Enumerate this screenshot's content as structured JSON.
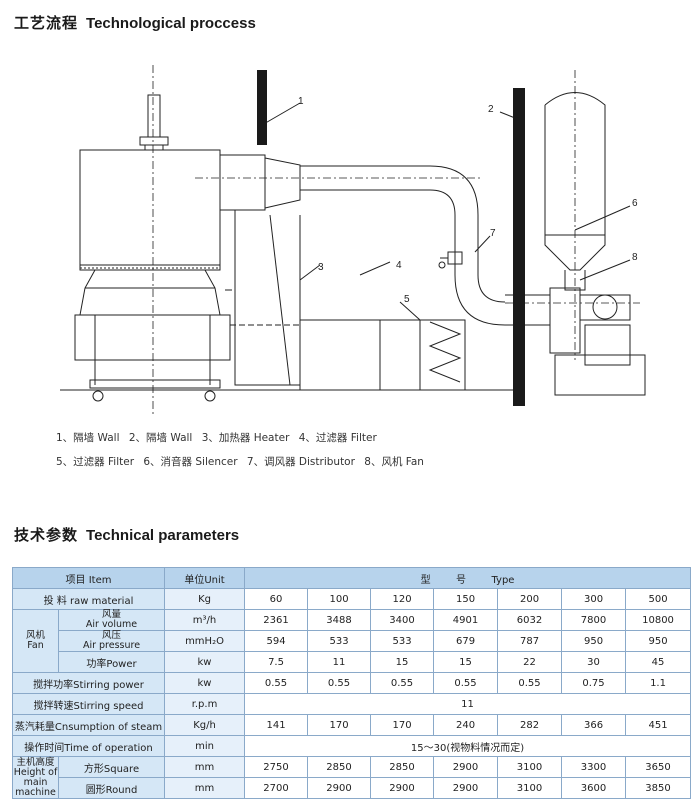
{
  "titles": {
    "process_cn": "工艺流程",
    "process_en": "Technological proccess",
    "params_cn": "技术参数",
    "params_en": "Technical parameters"
  },
  "diagram": {
    "callouts": [
      "1",
      "2",
      "3",
      "4",
      "5",
      "6",
      "7",
      "8"
    ]
  },
  "legend": {
    "line1": [
      "1、隔墙 Wall",
      "2、隔墙 Wall",
      "3、加热器 Heater",
      "4、过滤器 Filter"
    ],
    "line2": [
      "5、过滤器 Filter",
      "6、消音器 Silencer",
      "7、调风器 Distributor",
      "8、风机 Fan"
    ]
  },
  "table": {
    "header": {
      "item": "项目 Item",
      "unit": "单位Unit",
      "type_cn1": "型",
      "type_cn2": "号",
      "type_en": "Type"
    },
    "raw": {
      "label": "投 料  raw material",
      "unit": "Kg",
      "values": [
        "60",
        "100",
        "120",
        "150",
        "200",
        "300",
        "500"
      ]
    },
    "fan_label_cn": "风机",
    "fan_label_en": "Fan",
    "air_volume": {
      "cn": "风量",
      "en": "Air volume",
      "unit": "m³/h",
      "values": [
        "2361",
        "3488",
        "3400",
        "4901",
        "6032",
        "7800",
        "10800"
      ]
    },
    "air_pressure": {
      "cn": "风压",
      "en": "Air pressure",
      "unit": "mmH₂O",
      "values": [
        "594",
        "533",
        "533",
        "679",
        "787",
        "950",
        "950"
      ]
    },
    "power": {
      "label": "功率Power",
      "unit": "kw",
      "values": [
        "7.5",
        "11",
        "15",
        "15",
        "22",
        "30",
        "45"
      ]
    },
    "stirring_power": {
      "label": "搅拌功率Stirring power",
      "unit": "kw",
      "values": [
        "0.55",
        "0.55",
        "0.55",
        "0.55",
        "0.55",
        "0.75",
        "1.1"
      ]
    },
    "stirring_speed": {
      "label": "搅拌转速Stirring speed",
      "unit": "r.p.m",
      "value": "11"
    },
    "steam": {
      "label": "蒸汽耗量Cnsumption of steam",
      "unit": "Kg/h",
      "values": [
        "141",
        "170",
        "170",
        "240",
        "282",
        "366",
        "451"
      ]
    },
    "operation": {
      "label": "操作时间Time of operation",
      "unit": "min",
      "value": "15～30(视物料情况而定)"
    },
    "height_label_cn": "主机高度",
    "height_label_en1": "Height of main",
    "height_label_en2": "machine",
    "square": {
      "label": "方形Square",
      "unit": "mm",
      "values": [
        "2750",
        "2850",
        "2850",
        "2900",
        "3100",
        "3300",
        "3650"
      ]
    },
    "round": {
      "label": "圆形Round",
      "unit": "mm",
      "values": [
        "2700",
        "2900",
        "2900",
        "2900",
        "3100",
        "3600",
        "3850"
      ]
    }
  }
}
